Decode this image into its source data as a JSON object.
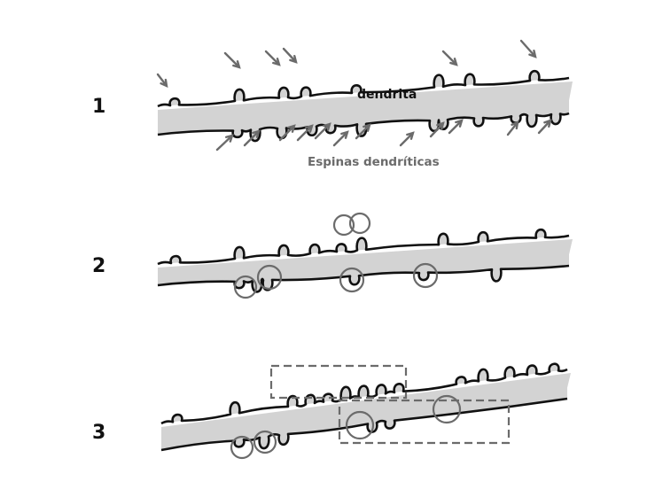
{
  "panels": [
    {
      "number": "1",
      "dendrite_label": "dendrita",
      "spines_label": "Espinas dendríticas"
    },
    {
      "number": "2"
    },
    {
      "number": "3"
    }
  ],
  "colors": {
    "dendrite_fill": "#d3d3d3",
    "outline": "#111111",
    "annotation": "#6b6b6b"
  }
}
